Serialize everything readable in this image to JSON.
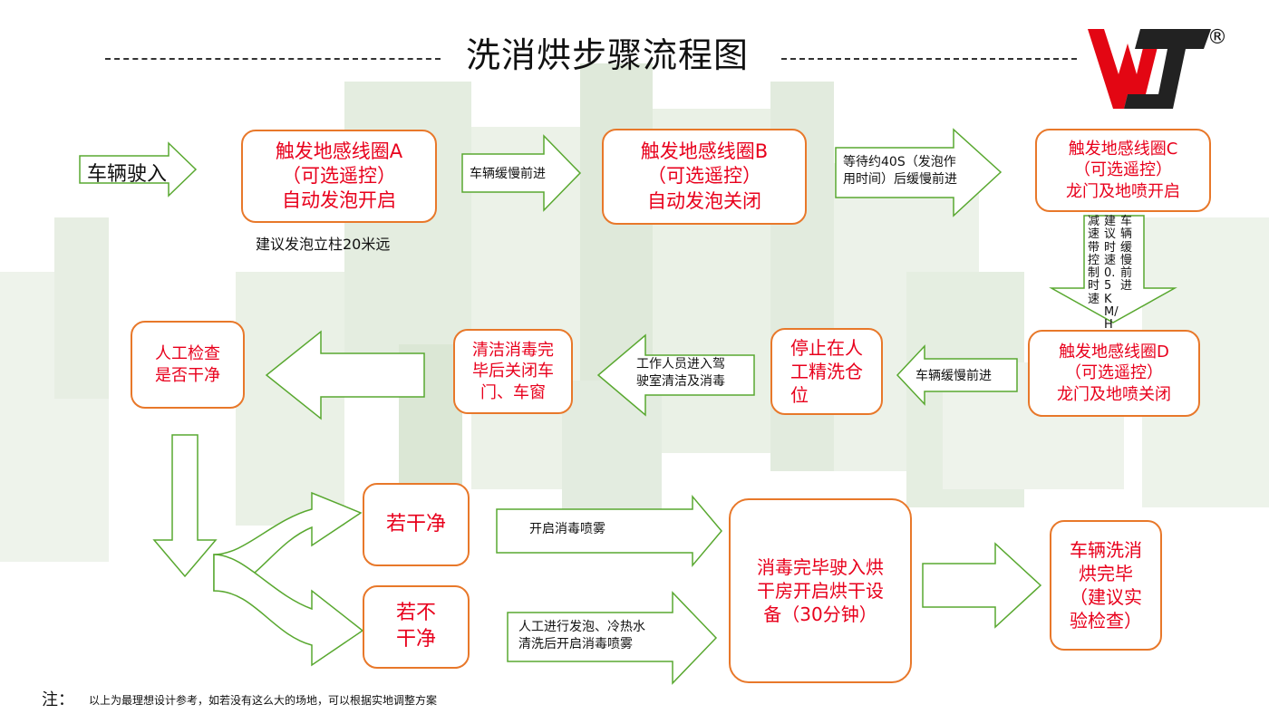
{
  "title": "洗消烘步骤流程图",
  "logo": {
    "registered": "®"
  },
  "start": "车辆驶入",
  "steps": {
    "A": "触发地感线圈A\n（可选遥控）\n自动发泡开启",
    "B": "触发地感线圈B\n（可选遥控）\n自动发泡关闭",
    "C": "触发地感线圈C\n（可选遥控）\n龙门及地喷开启",
    "D": "触发地感线圈D\n（可选遥控）\n龙门及地喷关闭",
    "stop": "停止在人\n工精洗仓\n位",
    "clean": "清洁消毒完\n毕后关闭车\n门、车窗",
    "inspect": "人工检查\n是否干净",
    "clean_yes": "若干净",
    "clean_no": "若不\n干净",
    "dry": "消毒完毕驶入烘\n干房开启烘干设\n备（30分钟）",
    "done": "车辆洗消\n烘完毕\n（建议实\n验检查）"
  },
  "notes": {
    "pillar": "建议发泡立柱20米远",
    "ab": "车辆缓慢前进",
    "bc": "等待约40S（发泡作\n用时间）后缓慢前进",
    "cd_col1": "车辆缓慢前进",
    "cd_col2": "建议时速0.5KM/H",
    "cd_col3": "减速带控制时速",
    "dstop": "车辆缓慢前进",
    "stopclean": "工作人员进入驾\n驶室清洁及消毒",
    "yes_action": "开启消毒喷雾",
    "no_action": "人工进行发泡、冷热水\n清洗后开启消毒喷雾"
  },
  "footnote": {
    "label": "注：",
    "text": "以上为最理想设计参考，如若没有这么大的场地，可以根据实地调整方案"
  },
  "colors": {
    "box_border": "#e8782a",
    "step_text": "#e8001c",
    "arrow": "#59a830",
    "logo_red": "#e30613",
    "logo_dark": "#222222"
  }
}
